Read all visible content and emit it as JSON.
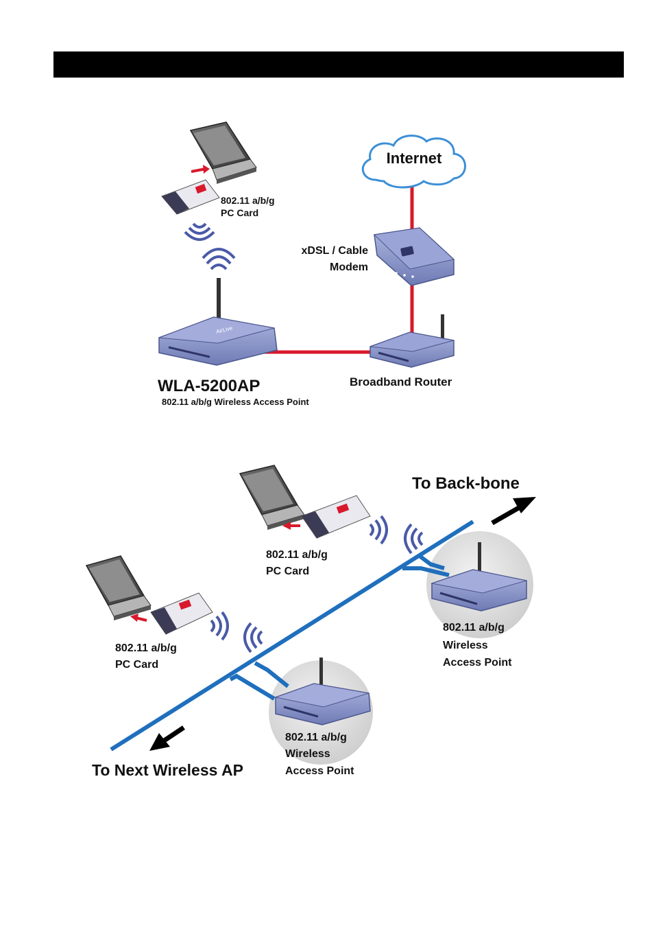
{
  "colors": {
    "header": "#000000",
    "wired_link": "#d8192b",
    "backbone": "#1f6fbd",
    "device": "#8a95c8",
    "device_dark": "#5c679e",
    "signal": "#4a5aa8",
    "cloud_outline": "#3b8fd6",
    "arrow": "#000000"
  },
  "diagram1": {
    "cloud_label": "Internet",
    "modem_label_line1": "xDSL / Cable",
    "modem_label_line2": "Modem",
    "card_label_line1": "802.11 a/b/g",
    "card_label_line2": "PC Card",
    "ap_name": "WLA-5200AP",
    "ap_subtitle": "802.11 a/b/g Wireless Access Point",
    "router_label": "Broadband Router"
  },
  "diagram2": {
    "backbone_label": "To Back-bone",
    "next_ap_label": "To Next Wireless AP",
    "card1_line1": "802.11 a/b/g",
    "card1_line2": "PC Card",
    "card2_line1": "802.11 a/b/g",
    "card2_line2": "PC Card",
    "ap1_line1": "802.11 a/b/g",
    "ap1_line2": "Wireless",
    "ap1_line3": "Access Point",
    "ap2_line1": "802.11 a/b/g",
    "ap2_line2": "Wireless",
    "ap2_line3": "Access Point"
  }
}
